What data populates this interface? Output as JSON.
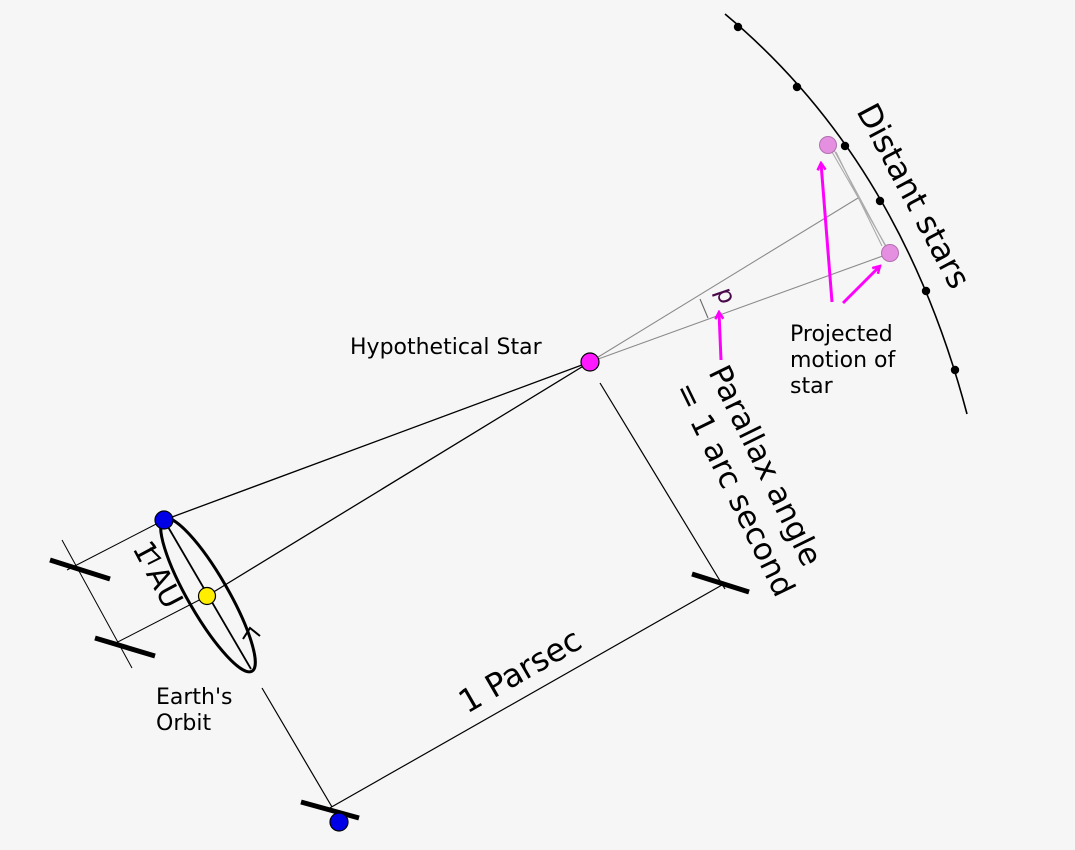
{
  "labels": {
    "hypothetical_star": "Hypothetical Star",
    "distant_stars": "Distant stars",
    "projected_line1": "Projected",
    "projected_line2": "motion of",
    "projected_line3": "star",
    "parallax_line1": "Parallax angle",
    "parallax_line2": "= 1 arc second",
    "p_symbol": "p",
    "one_au": "1 AU",
    "earths_orbit_line1": "Earth's",
    "earths_orbit_line2": "Orbit",
    "one_parsec": "1 Parsec"
  },
  "colors": {
    "background": "#f6f6f6",
    "earth": "#0000e6",
    "sun": "#ffee00",
    "hypothetical_star": "#ff1aff",
    "projected_star": "#e58fe0",
    "arrow_magenta": "#ff00ff",
    "p_symbol": "#4a0a4a"
  }
}
